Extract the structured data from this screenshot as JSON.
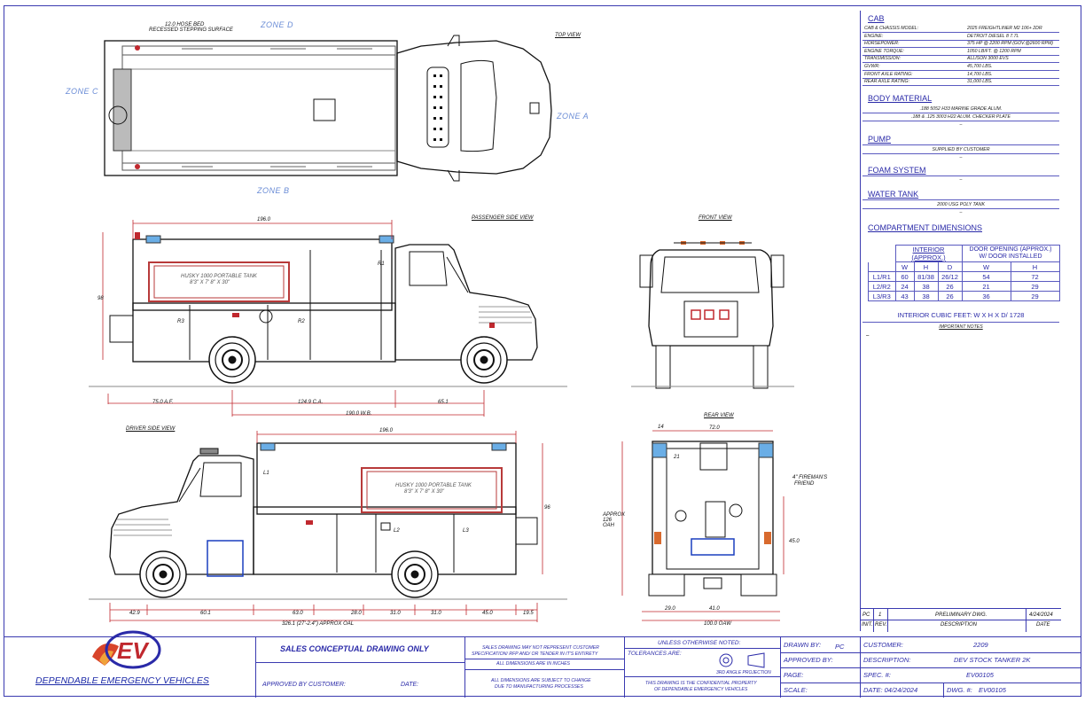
{
  "views": {
    "top": "TOP VIEW",
    "passenger": "PASSENGER SIDE VIEW",
    "front": "FRONT VIEW",
    "driver": "DRIVER SIDE VIEW",
    "rear": "REAR VIEW"
  },
  "zones": {
    "a": "ZONE A",
    "b": "ZONE B",
    "c": "ZONE C",
    "d": "ZONE D"
  },
  "top_notes": {
    "hose_bed_line1": "12.0 HOSE BED",
    "hose_bed_line2": "RECESSED STEPPING SURFACE"
  },
  "passenger_dims": {
    "overall": "196.0",
    "rear_oh": "75.0 A.F.",
    "ca": "124.9 C.A.",
    "wb": "190.0 W.B.",
    "front": "65.1",
    "height": "98",
    "comp_r1": "R1",
    "comp_r2": "R2",
    "comp_r3": "R3",
    "tank_line1": "HUSKY 1000 PORTABLE TANK",
    "tank_line2": "8'3\" X 7' 8\" X 30\""
  },
  "driver_dims": {
    "overall": "196.0",
    "height": "96",
    "d1": "42.9",
    "d2": "60.1",
    "d3": "63.0",
    "d4": "28.0",
    "d5": "31.0",
    "d6": "31.0",
    "d7": "45.0",
    "d8": "19.5",
    "oal": "326.1 (27'-2.4\") APPROX OAL",
    "comp_l1": "L1",
    "comp_l2": "L2",
    "comp_l3": "L3",
    "tank_line1": "HUSKY 1000 PORTABLE TANK",
    "tank_line2": "8'3\" X 7' 8\" X 30\""
  },
  "rear_dims": {
    "top_width": "72.0",
    "top_left": "14",
    "side_height": "APPROX 126 OAH",
    "inner": "21",
    "right_h": "45.0",
    "bottom1": "29.0",
    "bottom2": "41.0",
    "overall_w": "100.0 OAW",
    "fireman_line1": "4\" FIREMAN'S",
    "fireman_line2": "FRIEND"
  },
  "spec": {
    "cab_title": "CAB",
    "cab_rows": [
      {
        "k": "CAB & CHASSIS MODEL:",
        "v": "2025 FREIGHTLINER M2 106+ 2DR"
      },
      {
        "k": "ENGINE:",
        "v": "DETROIT DIESEL 8 7.7L"
      },
      {
        "k": "HORSEPOWER:",
        "v": "375 HP @ 2200 RPM (GOV.@2600 RPM)"
      },
      {
        "k": "ENGINE TORQUE:",
        "v": "1050 LB/FT. @ 1200 RPM"
      },
      {
        "k": "TRANSMISSION:",
        "v": "ALLISON 3000 EVS"
      },
      {
        "k": "GVWR:",
        "v": "45,700 LBS."
      },
      {
        "k": "FRONT AXLE RATING:",
        "v": "14,700 LBS."
      },
      {
        "k": "REAR AXLE RATING:",
        "v": "31,000 LBS."
      }
    ],
    "body_title": "BODY MATERIAL",
    "body_line1": ".188 5052 H33 MARINE GRADE ALUM.",
    "body_line2": ".188 & .125 3003 H22 ALUM. CHECKER PLATE",
    "body_line3": "–",
    "pump_title": "PUMP",
    "pump_line1": "SUPPLIED BY CUSTOMER",
    "pump_line2": "–",
    "foam_title": "FOAM SYSTEM",
    "foam_line1": "–",
    "tank_title": "WATER TANK",
    "tank_line1": "2000 USG POLY TANK",
    "tank_line2": "–",
    "comp_title": "COMPARTMENT DIMENSIONS",
    "comp_head_int": "INTERIOR (APPROX.)",
    "comp_head_door1": "DOOR OPENING (APPROX.)",
    "comp_head_door2": "W/ DOOR INSTALLED",
    "comp_cols": [
      "W",
      "H",
      "D",
      "W",
      "H"
    ],
    "comp_rows": [
      {
        "id": "L1/R1",
        "w": "60",
        "h": "81/38",
        "d": "26/12",
        "dw": "54",
        "dh": "72"
      },
      {
        "id": "L2/R2",
        "w": "24",
        "h": "38",
        "d": "26",
        "dw": "21",
        "dh": "29"
      },
      {
        "id": "L3/R3",
        "w": "43",
        "h": "38",
        "d": "26",
        "dw": "36",
        "dh": "29"
      }
    ],
    "cubic": "INTERIOR CUBIC FEET:  W X H X D/ 1728",
    "notes_title": "IMPORTANT NOTES",
    "notes_dash": "–"
  },
  "revision": {
    "rev": "PC",
    "num": "1",
    "desc": "PRELIMINARY DWG.",
    "date": "4/24/2024",
    "h_init": "INIT.",
    "h_rev": "REV.",
    "h_desc": "DESCRIPTION",
    "h_date": "DATE"
  },
  "title_block": {
    "logo_name": "DEPENDABLE EMERGENCY VEHICLES",
    "sales": "SALES CONCEPTUAL DRAWING ONLY",
    "approved_by_customer": "APPROVED BY CUSTOMER:",
    "date_label": "DATE:",
    "note1a": "SALES DRAWING MAY NOT REPRESENT CUSTOMER",
    "note1b": "SPECIFICATION/ RFP AND/ OR TENDER IN IT'S ENTIRETY",
    "note2": "ALL DIMENSIONS ARE IN INCHES",
    "note3a": "ALL DIMENSIONS ARE SUBJECT TO CHANGE",
    "note3b": "DUE TO MANUFACTURING PROCESSES",
    "unless": "UNLESS OTHERWISE NOTED:",
    "tolerances": "TOLERANCES ARE:",
    "projection": "3RD ANGLE PROJECTION",
    "confidential_a": "THIS DRAWING IS THE CONFIDENTIAL PROPERTY",
    "confidential_b": "OF DEPENDABLE EMERGENCY VEHICLES",
    "drawn_by_label": "DRAWN BY:",
    "drawn_by": "PC",
    "approved_by_label": "APPROVED BY:",
    "page_label": "PAGE:",
    "scale_label": "SCALE:",
    "customer_label": "CUSTOMER:",
    "customer": "2209",
    "description_label": "DESCRIPTION:",
    "description": "DEV STOCK TANKER 2K",
    "spec_label": "SPEC. #:",
    "spec": "EV00105",
    "date_full": "DATE: 04/24/2024",
    "dwg_label": "DWG. #:",
    "dwg": "EV00105"
  },
  "colors": {
    "line": "#2a2aa8",
    "dim": "#c0282e",
    "tank": "#b83a3a",
    "zone": "#6a8cd6"
  }
}
